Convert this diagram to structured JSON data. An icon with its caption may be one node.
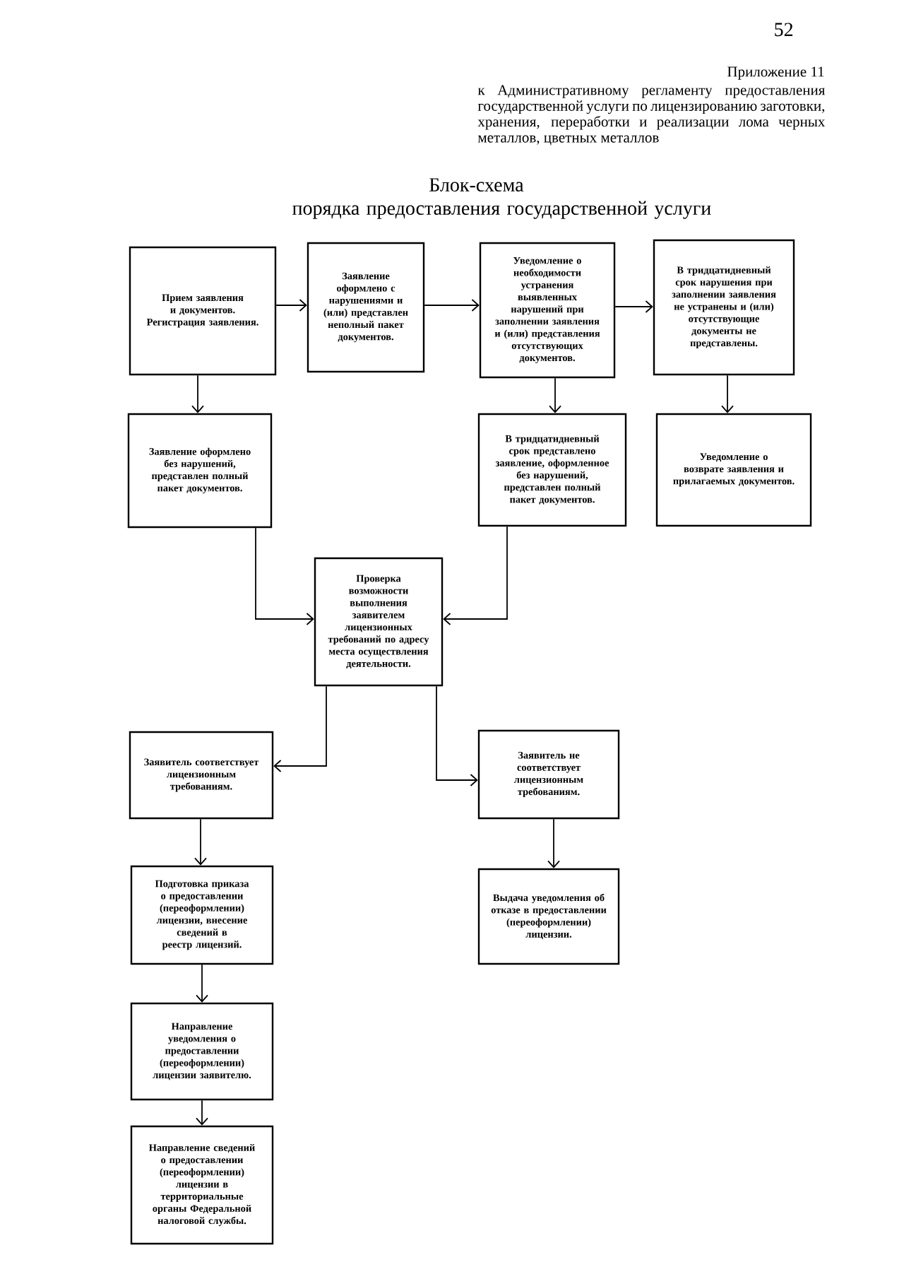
{
  "diagram": {
    "title": "Блок-схема порядка предоставления государственной услуги",
    "nodes": [
      {
        "text": [
          "Прием заявления и документов. Регистрация заявления."
        ]
      },
      {
        "text": [
          "Заявление оформлено с нарушениями и (или) представлен неполный пакет документов."
        ]
      },
      {
        "text": [
          "Уведомление о необходимости устранения выявленных нарушений при заполнении заявления и (или) представления отсутствующих документов."
        ]
      },
      {
        "text": [
          "В тридцатидневный срок нарушения при заполнении заявления не устранены и (или) отсутствующие документы не представлены."
        ]
      },
      {
        "text": [
          "Заявление оформлено без нарушений, представлен полный пакет документов."
        ]
      },
      {
        "text": [
          "В тридцатидневный срок представлено заявление, оформленное без нарушений, представлен полный пакет документов."
        ]
      },
      {
        "text": [
          "Уведомление о возврате заявления и прилагаемых документов."
        ]
      },
      {
        "text": [
          "Проверка возможности выполнения заявителем лицензионных требований по адресу места осуществления деятельности."
        ]
      },
      {
        "text": [
          "Заявитель соответствует лицензионным требованиям."
        ]
      },
      {
        "text": [
          "Заявитель не соответствует лицензионным требованиям."
        ]
      },
      {
        "text": [
          "Подготовка приказа о предоставлении (переоформлении) лицензии, внесение сведений в реестр лицензий."
        ]
      },
      {
        "text": [
          "Выдача уведомления об отказе в предоставлении (переоформлении) лицензии."
        ]
      },
      {
        "text": [
          "Направление уведомления о предоставлении (переоформлении) лицензии заявителю."
        ]
      },
      {
        "text": [
          "Направление сведений о предоставлении (переоформлении) лицензии в территориальные органы Федеральной налоговой службы."
        ]
      }
    ],
    "edges": [
      {
        "from": 0,
        "to": 1,
        "arrow": "to"
      },
      {
        "from": 1,
        "to": 2,
        "arrow": "to"
      },
      {
        "from": 2,
        "to": 3,
        "arrow": "to"
      },
      {
        "from": 0,
        "to": 4,
        "arrow": "to"
      },
      {
        "from": 2,
        "to": 5,
        "arrow": "to"
      },
      {
        "from": 3,
        "to": 6,
        "arrow": "to"
      },
      {
        "from": 4,
        "to": 7,
        "arrow": "to"
      },
      {
        "from": 5,
        "to": 7,
        "arrow": "to"
      },
      {
        "from": 7,
        "to": 8,
        "arrow": "to"
      },
      {
        "from": 7,
        "to": 9,
        "arrow": "to"
      },
      {
        "from": 8,
        "to": 10,
        "arrow": "to"
      },
      {
        "from": 9,
        "to": 11,
        "arrow": "to"
      },
      {
        "from": 10,
        "to": 12,
        "arrow": "to"
      },
      {
        "from": 12,
        "to": 13,
        "arrow": "to"
      }
    ],
    "labels": [
      "52",
      "Приложение 11",
      "к Административному регламенту предоставления государственной услуги по лицензированию заготовки, хранения, переработки и реализации лома черных металлов, цветных металлов"
    ]
  }
}
